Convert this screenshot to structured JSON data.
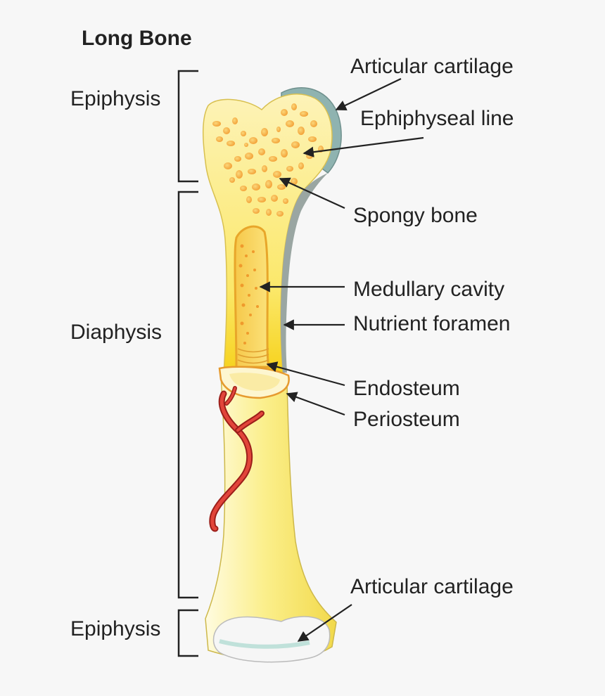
{
  "title": "Long Bone",
  "regions": {
    "top_epiphysis": "Epiphysis",
    "diaphysis": "Diaphysis",
    "bottom_epiphysis": "Epiphysis"
  },
  "labels": {
    "articular_cartilage_top": "Articular cartilage",
    "epiphyseal_line": "Ephiphyseal line",
    "spongy_bone": "Spongy bone",
    "medullary_cavity": "Medullary cavity",
    "nutrient_foramen": "Nutrient foramen",
    "endosteum": "Endosteum",
    "periosteum": "Periosteum",
    "articular_cartilage_bottom": "Articular cartilage"
  },
  "colors": {
    "background": "#f7f7f7",
    "bone_light": "#fdf7c4",
    "bone_mid": "#f7e86a",
    "spongy_orange": "#f2a53a",
    "cartilage_blue": "#8fb3b0",
    "blood_vessel": "#d9302a",
    "text": "#222222"
  }
}
